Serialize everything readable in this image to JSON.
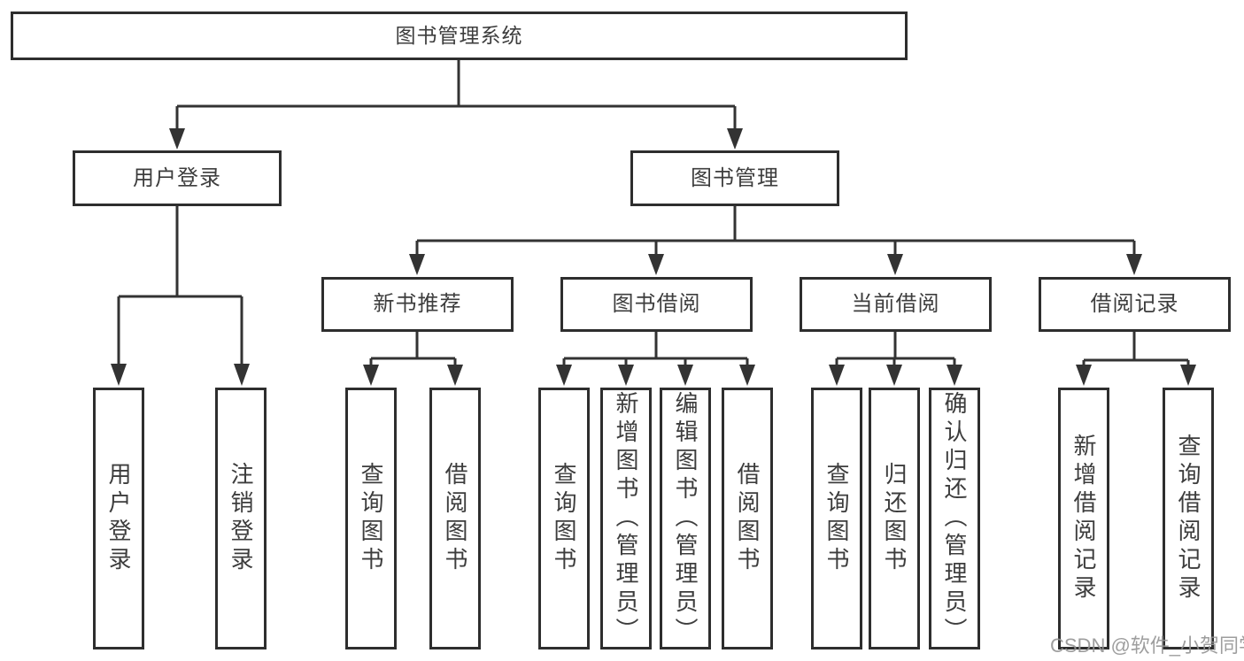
{
  "title": {
    "label": "图书管理系统"
  },
  "branches": [
    {
      "label": "用户登录",
      "children": [
        {
          "label": "用户登录"
        },
        {
          "label": "注销登录"
        }
      ]
    },
    {
      "label": "图书管理",
      "children": [
        {
          "label": "新书推荐",
          "children": [
            {
              "label": "查询图书"
            },
            {
              "label": "借阅图书"
            }
          ]
        },
        {
          "label": "图书借阅",
          "children": [
            {
              "label": "查询图书"
            },
            {
              "label": "新增图书（管理员）"
            },
            {
              "label": "编辑图书（管理员）"
            },
            {
              "label": "借阅图书"
            }
          ]
        },
        {
          "label": "当前借阅",
          "children": [
            {
              "label": "查询图书"
            },
            {
              "label": "归还图书"
            },
            {
              "label": "确认归还（管理员）"
            }
          ]
        },
        {
          "label": "借阅记录",
          "children": [
            {
              "label": "新增借阅记录"
            },
            {
              "label": "查询借阅记录"
            }
          ]
        }
      ]
    }
  ],
  "watermark": {
    "label": "CSDN @软件_小贺同学"
  },
  "colors": {
    "line": "#333333",
    "box_border": "#2e2e2e",
    "text": "#3d3d3d",
    "watermark": "#949494",
    "background": "#ffffff"
  }
}
